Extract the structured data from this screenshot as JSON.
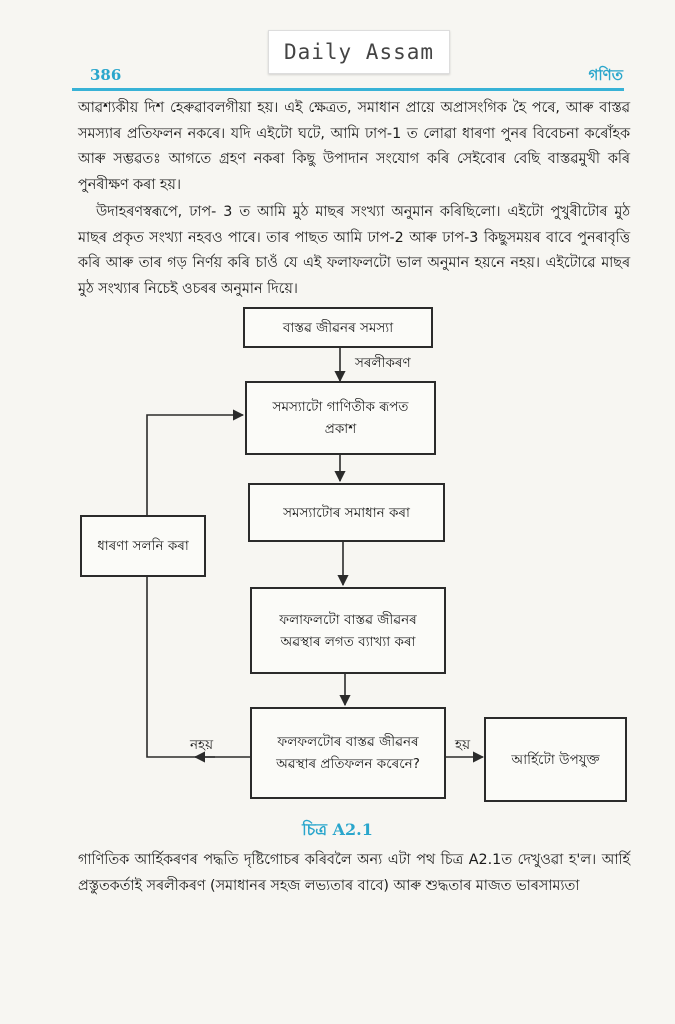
{
  "stamp": "Daily Assam",
  "header": {
    "page_number": "386",
    "section": "গণিত"
  },
  "para1": "আৱশ্যকীয় দিশ হেৰুৱাবলগীয়া হয়। এই ক্ষেত্ৰত, সমাধান প্ৰায়ে অপ্ৰাসংগিক হৈ পৰে, আৰু বাস্তৱ সমস্যাৰ প্ৰতিফলন নকৰে। যদি এইটো ঘটে, আমি ঢাপ-1 ত লোৱা ধাৰণা পুনৰ বিবেচনা কৰোঁহক আৰু সম্ভৱতঃ আগতে গ্ৰহণ নকৰা কিছু উপাদান সংযোগ কৰি সেইবোৰ বেছি বাস্তৱমুখী কৰি পুনৰীক্ষণ কৰা হয়।",
  "para2": "উদাহৰণস্বৰূপে, ঢাপ- 3 ত আমি মুঠ মাছৰ সংখ্যা অনুমান কৰিছিলো। এইটো পুখুৰীটোৰ মুঠ মাছৰ প্ৰকৃত সংখ্যা নহবও পাৰে। তাৰ পাছত আমি ঢাপ-2 আৰু ঢাপ-3 কিছুসময়ৰ বাবে পুনৰাবৃত্তি কৰি আৰু তাৰ গড় নিৰ্ণয় কৰি চাওঁ যে এই ফলাফলটো ভাল অনুমান হয়নে নহয়। এইটোৱে মাছৰ মুঠ সংখ্যাৰ নিচেই ওচৰৰ অনুমান দিয়ে।",
  "flowchart": {
    "real_problem": "বাস্তৱ জীৱনৰ সমস্যা",
    "simplification": "সৰলীকৰণ",
    "formulate": "সমস্যাটো গাণিতীক ৰূপত প্ৰকাশ",
    "solve": "সমস্যাটোৰ সমাধান কৰা",
    "interpret": "ফলাফলটো বাস্তৱ জীৱনৰ অৱস্থাৰ লগত ব্যাখ্যা কৰা",
    "validate": "ফলফলটোৰ বাস্তৱ জীৱনৰ অৱস্থাৰ প্ৰতিফলন কৰেনে?",
    "modify": "ধাৰণা সলনি কৰা",
    "no_label": "নহয়",
    "yes_label": "হয়",
    "accept": "আৰ্হিটো উপযুক্ত"
  },
  "figure_caption": "চিত্ৰ A2.1",
  "para3": "গাণিতিক আৰ্হিকৰণৰ পদ্ধতি দৃষ্টিগোচৰ কৰিবলৈ অন্য এটা পথ চিত্ৰ A2.1ত দেখুওৱা হ'ল। আৰ্হি প্ৰস্তুতকৰ্তাই সৰলীকৰণ (সমাধানৰ সহজ লভ্যতাৰ বাবে) আৰু শুদ্ধতাৰ মাজত ভাৰসাম্যতা"
}
